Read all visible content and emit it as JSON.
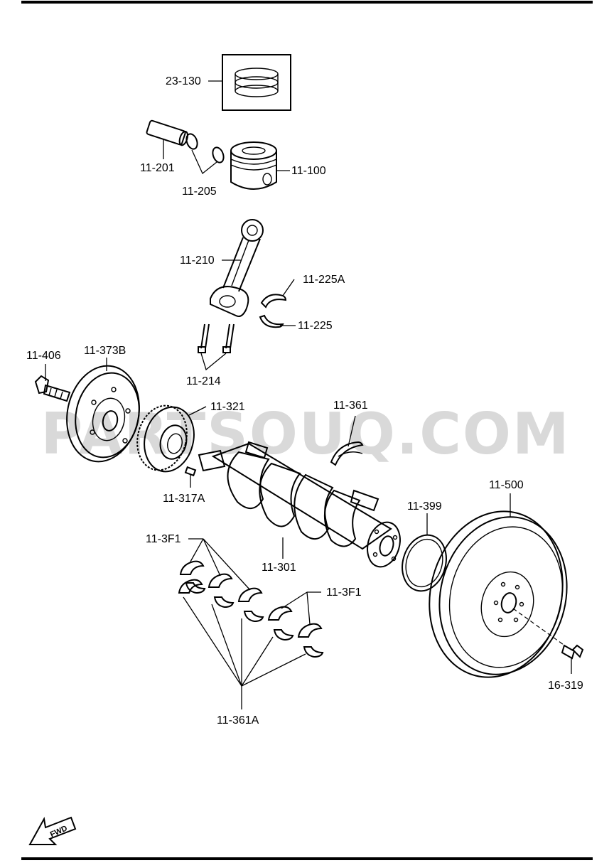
{
  "watermark": "PARTSOUQ.COM",
  "fwd_label": "FWD",
  "labels": {
    "l23_130": "23-130",
    "l11_201": "11-201",
    "l11_205": "11-205",
    "l11_100": "11-100",
    "l11_210": "11-210",
    "l11_225A": "11-225A",
    "l11_225": "11-225",
    "l11_214": "11-214",
    "l11_406": "11-406",
    "l11_373B": "11-373B",
    "l11_321": "11-321",
    "l11_361": "11-361",
    "l11_317A": "11-317A",
    "l11_500": "11-500",
    "l11_399": "11-399",
    "l11_3F1_a": "11-3F1",
    "l11_3F1_b": "11-3F1",
    "l11_301": "11-301",
    "l16_319": "16-319",
    "l11_361A": "11-361A"
  }
}
